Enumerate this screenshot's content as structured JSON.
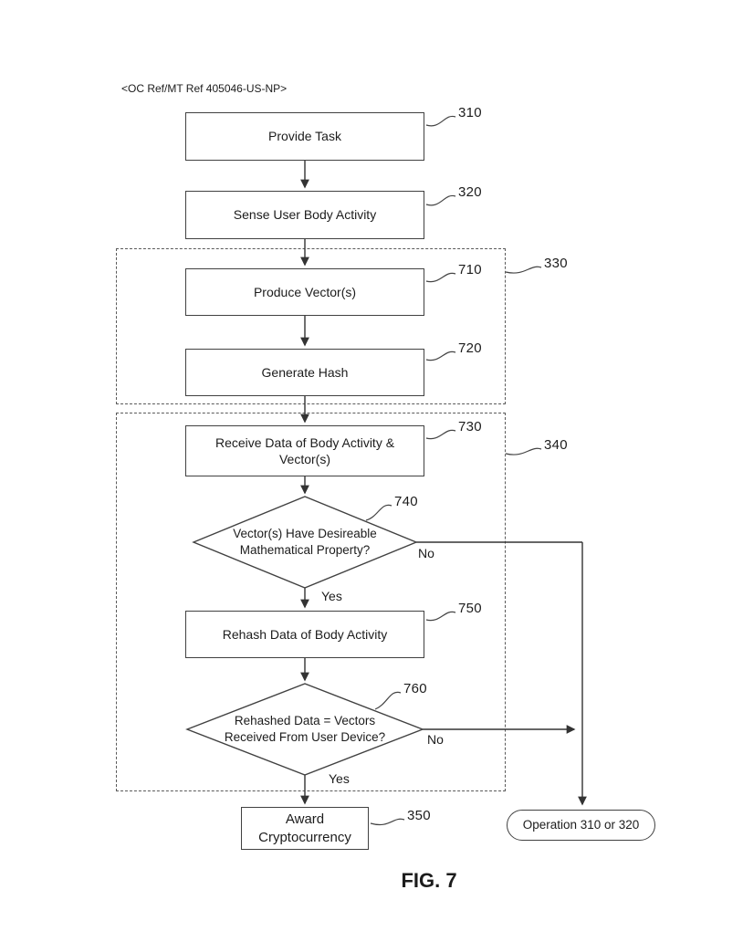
{
  "page": {
    "header_ref": "<OC Ref/MT Ref 405046-US-NP>",
    "figure_caption": "FIG. 7"
  },
  "nodes": {
    "provide_task": {
      "label": "Provide Task",
      "ref": "310"
    },
    "sense_activity": {
      "label": "Sense User Body Activity",
      "ref": "320"
    },
    "group_330": {
      "ref": "330"
    },
    "produce_vectors": {
      "label": "Produce Vector(s)",
      "ref": "710"
    },
    "generate_hash": {
      "label": "Generate Hash",
      "ref": "720"
    },
    "group_340": {
      "ref": "340"
    },
    "receive_data": {
      "label": "Receive Data of Body Activity & Vector(s)",
      "ref": "730"
    },
    "decision_vectors": {
      "label": "Vector(s) Have Desireable Mathematical Property?",
      "ref": "740",
      "yes": "Yes",
      "no": "No"
    },
    "rehash": {
      "label": "Rehash Data of Body Activity",
      "ref": "750"
    },
    "decision_rehash": {
      "label": "Rehashed Data = Vectors Received From User Device?",
      "ref": "760",
      "yes": "Yes",
      "no": "No"
    },
    "award": {
      "label": "Award Cryptocurrency",
      "ref": "350"
    },
    "operation": {
      "label": "Operation 310 or 320"
    }
  }
}
